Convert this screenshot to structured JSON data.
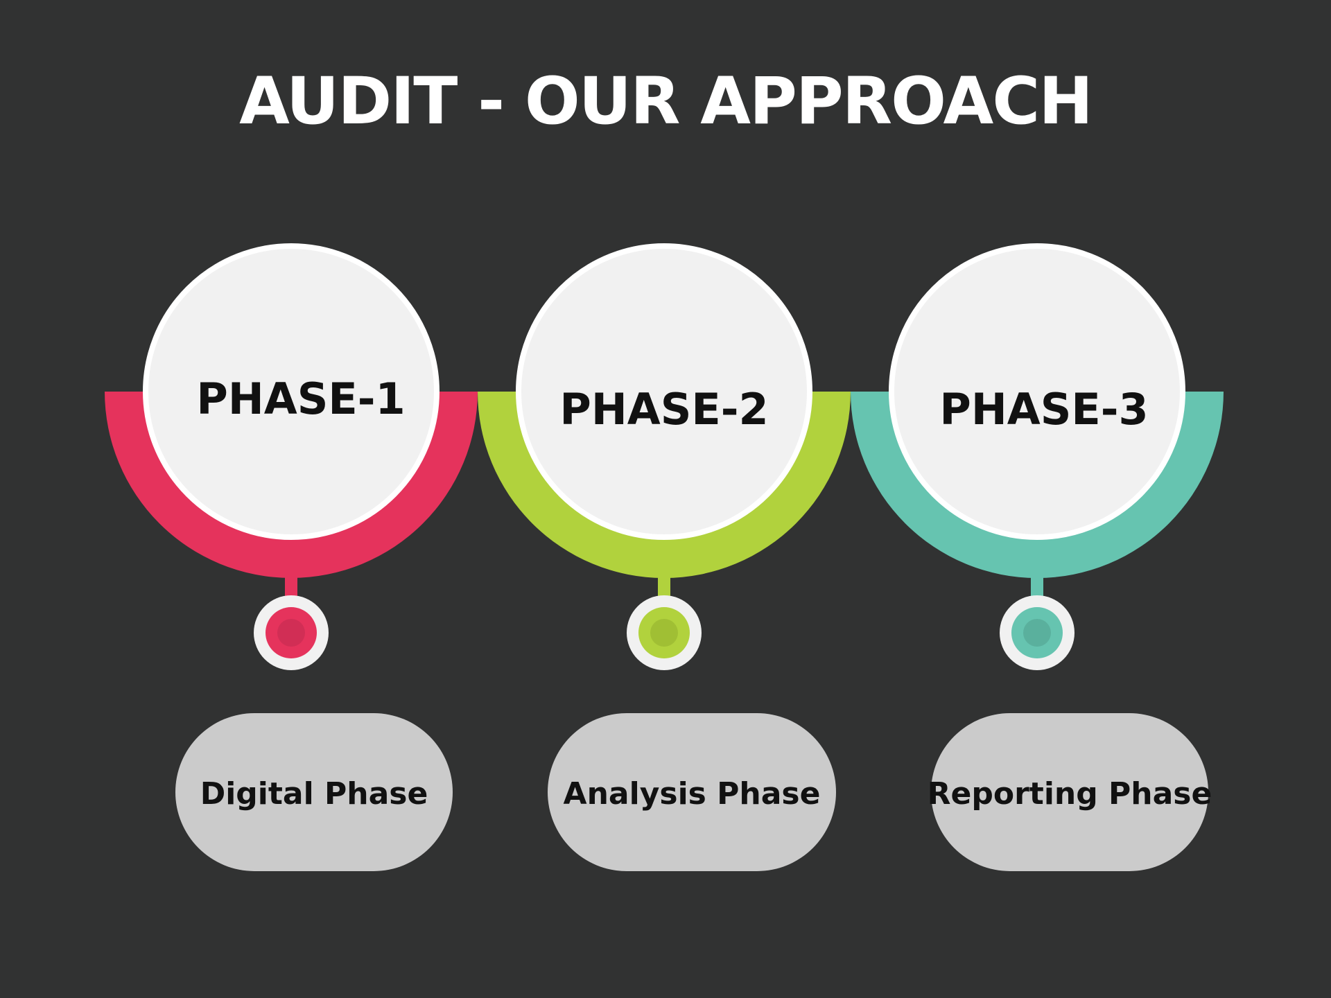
{
  "title": "AUDIT - OUR APPROACH",
  "phases": [
    {
      "label": "PHASE-1",
      "caption": "Digital Phase",
      "color": "#e5335c",
      "dot": "#d12e55"
    },
    {
      "label": "PHASE-2",
      "caption": "Analysis Phase",
      "color": "#b1d23d",
      "dot": "#a0bf34"
    },
    {
      "label": "PHASE-3",
      "caption": "Reporting Phase",
      "color": "#66c4b0",
      "dot": "#5ab09d"
    }
  ],
  "colors": {
    "background": "#313232",
    "circle_fill": "#f1f1f1",
    "circle_border": "#ffffff",
    "pill_fill": "#cbcbcb"
  }
}
